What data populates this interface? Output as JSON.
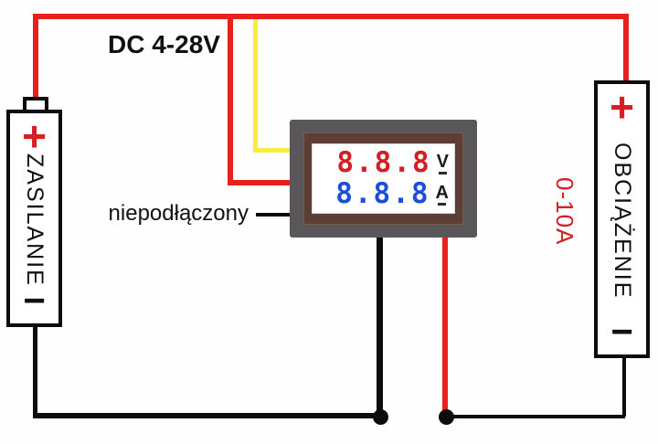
{
  "diagram": {
    "dc_rating": "DC 4-28V",
    "unconnected_label": "niepodłączony",
    "current_range_label": "0-10A",
    "power_source": {
      "name": "ZASILANIE",
      "plus": "+",
      "minus": "−"
    },
    "load": {
      "name": "OBCIĄŻENIE",
      "plus": "+",
      "minus": "−"
    },
    "meter": {
      "volt_value": "8.8.8",
      "volt_unit": "V",
      "amp_value": "8.8.8",
      "amp_unit": "A"
    },
    "colors": {
      "wire_red": "#e8211d",
      "wire_yellow": "#f6ee3f",
      "wire_black": "#0c0c0c",
      "digit_red": "#d21f24",
      "digit_blue": "#1a50d8",
      "frame_gray": "#59575a",
      "frame_brown": "#5d3e35",
      "accent_red": "#d42127",
      "text_black": "#111111"
    }
  }
}
